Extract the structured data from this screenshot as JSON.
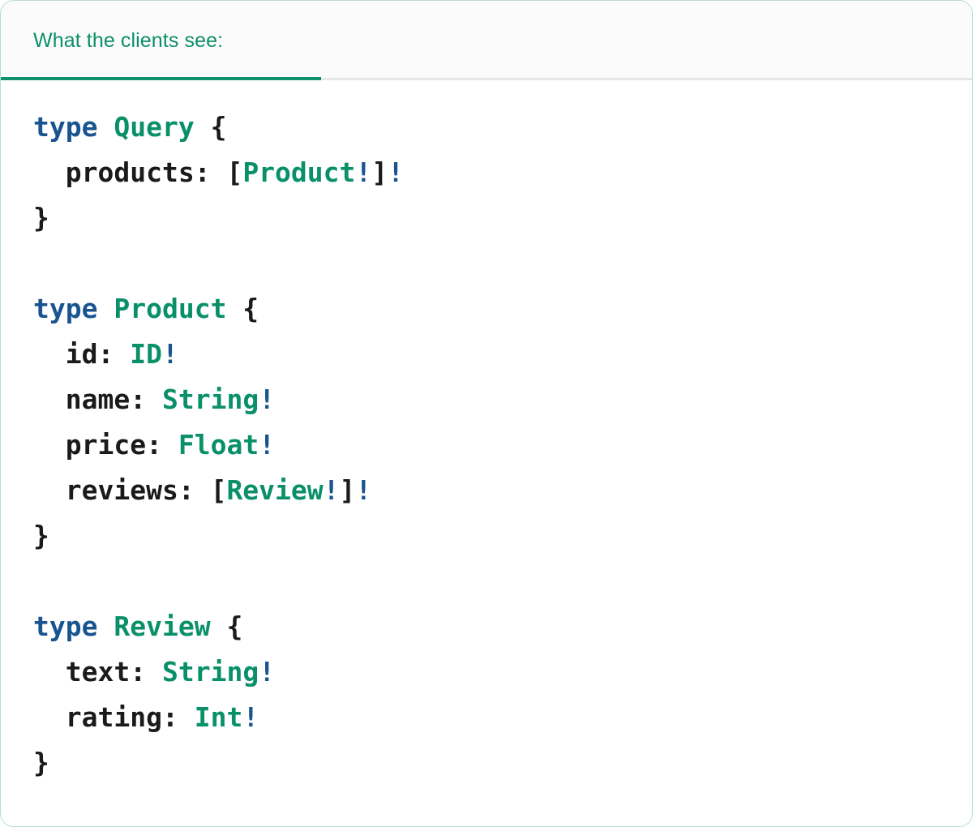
{
  "card": {
    "border_color": "#b9ddcd",
    "background": "#ffffff"
  },
  "header": {
    "background": "#fbfbfb",
    "rule_color": "#e6e6e6",
    "tabs": [
      {
        "label": "What the clients see:",
        "active": true,
        "color": "#0a8f68",
        "underline_color": "#0f9170"
      }
    ]
  },
  "theme": {
    "keyword": "#1a5490",
    "type_name": "#0a9069",
    "bang": "#1a5490",
    "punctuation": "#1a1a1a",
    "field": "#1a1a1a",
    "plain": "#1a1a1a"
  },
  "code": {
    "language": "graphql",
    "text": "type Query {\n  products: [Product!]!\n}\n\ntype Product {\n  id: ID!\n  name: String!\n  price: Float!\n  reviews: [Review!]!\n}\n\ntype Review {\n  text: String!\n  rating: Int!\n}",
    "lines": [
      [
        {
          "t": "type",
          "k": "keyword"
        },
        {
          "t": " ",
          "k": "plain"
        },
        {
          "t": "Query",
          "k": "type_name"
        },
        {
          "t": " {",
          "k": "punctuation"
        }
      ],
      [
        {
          "t": "  ",
          "k": "plain"
        },
        {
          "t": "products",
          "k": "field"
        },
        {
          "t": ": [",
          "k": "punctuation"
        },
        {
          "t": "Product",
          "k": "type_name"
        },
        {
          "t": "!",
          "k": "bang"
        },
        {
          "t": "]",
          "k": "punctuation"
        },
        {
          "t": "!",
          "k": "bang"
        }
      ],
      [
        {
          "t": "}",
          "k": "punctuation"
        }
      ],
      [],
      [
        {
          "t": "type",
          "k": "keyword"
        },
        {
          "t": " ",
          "k": "plain"
        },
        {
          "t": "Product",
          "k": "type_name"
        },
        {
          "t": " {",
          "k": "punctuation"
        }
      ],
      [
        {
          "t": "  ",
          "k": "plain"
        },
        {
          "t": "id",
          "k": "field"
        },
        {
          "t": ": ",
          "k": "punctuation"
        },
        {
          "t": "ID",
          "k": "type_name"
        },
        {
          "t": "!",
          "k": "bang"
        }
      ],
      [
        {
          "t": "  ",
          "k": "plain"
        },
        {
          "t": "name",
          "k": "field"
        },
        {
          "t": ": ",
          "k": "punctuation"
        },
        {
          "t": "String",
          "k": "type_name"
        },
        {
          "t": "!",
          "k": "bang"
        }
      ],
      [
        {
          "t": "  ",
          "k": "plain"
        },
        {
          "t": "price",
          "k": "field"
        },
        {
          "t": ": ",
          "k": "punctuation"
        },
        {
          "t": "Float",
          "k": "type_name"
        },
        {
          "t": "!",
          "k": "bang"
        }
      ],
      [
        {
          "t": "  ",
          "k": "plain"
        },
        {
          "t": "reviews",
          "k": "field"
        },
        {
          "t": ": [",
          "k": "punctuation"
        },
        {
          "t": "Review",
          "k": "type_name"
        },
        {
          "t": "!",
          "k": "bang"
        },
        {
          "t": "]",
          "k": "punctuation"
        },
        {
          "t": "!",
          "k": "bang"
        }
      ],
      [
        {
          "t": "}",
          "k": "punctuation"
        }
      ],
      [],
      [
        {
          "t": "type",
          "k": "keyword"
        },
        {
          "t": " ",
          "k": "plain"
        },
        {
          "t": "Review",
          "k": "type_name"
        },
        {
          "t": " {",
          "k": "punctuation"
        }
      ],
      [
        {
          "t": "  ",
          "k": "plain"
        },
        {
          "t": "text",
          "k": "field"
        },
        {
          "t": ": ",
          "k": "punctuation"
        },
        {
          "t": "String",
          "k": "type_name"
        },
        {
          "t": "!",
          "k": "bang"
        }
      ],
      [
        {
          "t": "  ",
          "k": "plain"
        },
        {
          "t": "rating",
          "k": "field"
        },
        {
          "t": ": ",
          "k": "punctuation"
        },
        {
          "t": "Int",
          "k": "type_name"
        },
        {
          "t": "!",
          "k": "bang"
        }
      ],
      [
        {
          "t": "}",
          "k": "punctuation"
        }
      ]
    ]
  }
}
